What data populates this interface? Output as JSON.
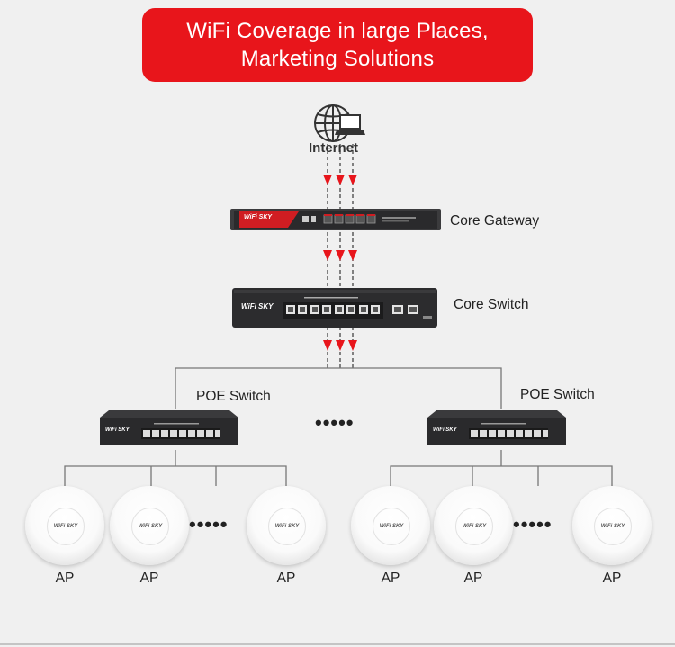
{
  "banner": {
    "line1": "WiFi Coverage in large Places,",
    "line2": "Marketing Solutions"
  },
  "internet": {
    "label": "Internet",
    "icon": "globe-laptop-icon"
  },
  "core_gateway": {
    "label": "Core Gateway",
    "logo": "WiFi SKY"
  },
  "core_switch": {
    "label": "Core Switch",
    "logo": "WiFi SKY"
  },
  "poe_switches": [
    {
      "label": "POE Switch",
      "logo": "WiFi SKY"
    },
    {
      "label": "POE Switch",
      "logo": "WiFi SKY"
    }
  ],
  "ellipsis": "•••••",
  "ap_logo": "WiFi SKY",
  "ap_label": "AP",
  "colors": {
    "accent": "#e8151b",
    "wire": "#666666",
    "arrow": "#e8151b"
  }
}
